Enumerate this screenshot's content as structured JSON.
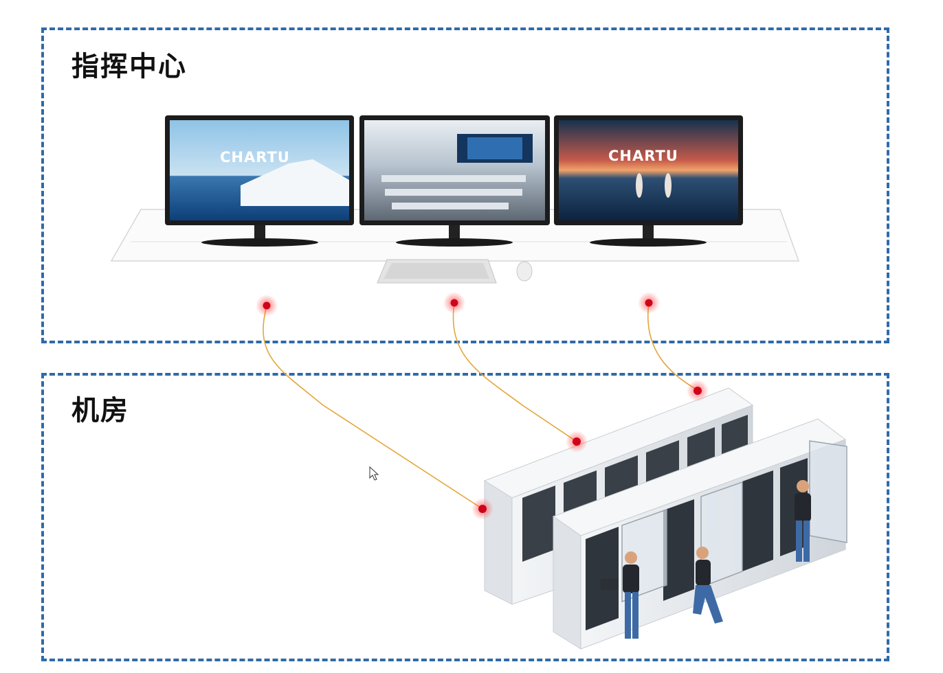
{
  "zones": {
    "command_center": {
      "title": "指挥中心"
    },
    "server_room": {
      "title": "机房"
    }
  },
  "monitors": [
    {
      "brand": "CHARTU"
    },
    {
      "brand": ""
    },
    {
      "brand": "CHARTU"
    }
  ],
  "colors": {
    "zone_border": "#2f6aa8",
    "connector": "#e3a63a",
    "node": "#d0021b"
  }
}
